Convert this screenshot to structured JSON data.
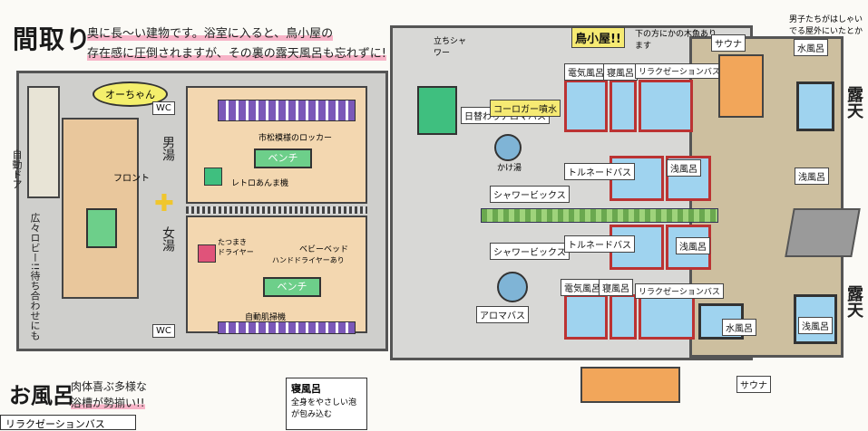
{
  "header": {
    "title": "間取り",
    "intro_line1_a": "奥に長〜い建物です。浴室に入ると、鳥小屋の",
    "intro_line2_a": "存在感に圧倒されますが、その裏の",
    "intro_line2_b": "露天風呂も忘れずに!"
  },
  "left_plan": {
    "bubble": "オーちゃん",
    "auto_door": "自動ドア",
    "lobby": "広々ロビー!!待ち合わせにも",
    "front": "フロント",
    "wc_top": "WC",
    "wc_bottom": "WC",
    "men_bath": "男湯",
    "women_bath": "女湯",
    "locker_label": "市松模様のロッカー",
    "bench_top": "ベンチ",
    "bench_bottom": "ベンチ",
    "massage_chair": "レトロあんま機",
    "dryer_a": "たつまき ドライヤー",
    "dryer_b": "ハンドドライヤーあり",
    "baby_bed": "ベビーベッド",
    "auto_massager": "自動肌掃機"
  },
  "right_plan": {
    "bird_house": "鳥小屋!!",
    "bird_note": "下の方にかの木魚あります",
    "shower_top": "立ちシャワー",
    "aroma_top": "日替わりアロマバス",
    "goldfish": "コーロガー噴水",
    "kakeyu": "かけ湯",
    "shower_box_top": "シャワービックス",
    "shower_box_bottom": "シャワービックス",
    "aroma_bottom": "アロマバス",
    "tornado_top": "トルネードバス",
    "tornado_bottom": "トルネードバス",
    "denki_top": "電気風呂",
    "ne_top": "寝風呂",
    "relax_top": "リラクゼーションバス",
    "denki_bottom": "電気風呂",
    "ne_bottom": "寝風呂",
    "relax_bottom": "リラクゼーションバス",
    "asa_top": "浅風呂",
    "asa_top2": "浅風呂",
    "asa_bottom": "浅風呂",
    "mizu_top": "水風呂",
    "mizu_bottom": "水風呂",
    "sauna_top": "サウナ",
    "sauna_bottom": "サウナ",
    "roten_top": "露天",
    "roten_bottom": "露天",
    "men_note": "男子たちがはしゃいでる屋外にいたとか"
  },
  "section2": {
    "title": "お風呂",
    "sub_line1": "肉体喜ぶ多様な",
    "sub_line2": "浴槽が勢揃い!!",
    "card_title": "寝風呂",
    "card_text": "全身をやさしい泡が包み込む",
    "relax_card": "リラクゼーションバス"
  },
  "colors": {
    "plan_bg": "#cfcfcc",
    "highlight": "#f7b3c7",
    "bath_water": "#9fd3ef",
    "bench_green": "#6dcf8a",
    "locker_purple": "#7b58b8",
    "sauna_orange": "#f2a65a"
  }
}
